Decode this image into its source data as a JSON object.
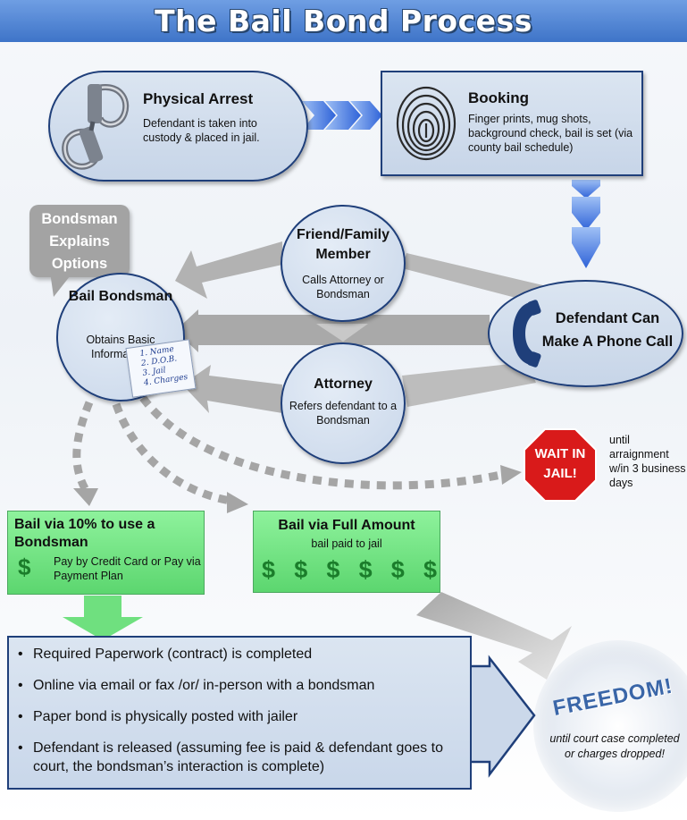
{
  "title": "The Bail Bond Process",
  "arrest": {
    "title": "Physical Arrest",
    "desc": "Defendant is taken into custody & placed in jail.",
    "icon": "handcuffs-icon"
  },
  "booking": {
    "title": "Booking",
    "desc": "Finger prints, mug shots, background check, bail is set (via county bail schedule)",
    "icon": "fingerprint-icon"
  },
  "callout": {
    "text": "Bondsman Explains Options"
  },
  "bondsman": {
    "title": "Bail Bondsman",
    "desc": "Obtains Basic Information:"
  },
  "info_note": {
    "items": [
      "1. Name",
      "2. D.O.B.",
      "3. Jail",
      "4. Charges"
    ]
  },
  "friend": {
    "title": "Friend/Family Member",
    "desc": "Calls Attorney or Bondsman"
  },
  "attorney": {
    "title": "Attorney",
    "desc": "Refers defendant to a Bondsman"
  },
  "phone": {
    "title": "Defendant Can Make A Phone Call",
    "icon": "phone-icon"
  },
  "wait": {
    "sign": "WAIT IN JAIL!",
    "until": "until arraignment w/in 3 business days"
  },
  "ten_percent": {
    "title": "Bail via 10% to use a Bondsman",
    "desc": "Pay by Credit Card or Pay via Payment Plan",
    "symbol": "$"
  },
  "full_amount": {
    "title": "Bail via Full Amount",
    "desc": "bail paid to jail",
    "symbols": [
      "$",
      "$",
      "$",
      "$",
      "$",
      "$"
    ]
  },
  "steps": [
    "Required Paperwork (contract) is completed",
    "Online via email or fax /or/ in-person with a bondsman",
    "Paper bond is physically posted with jailer",
    "Defendant is released (assuming fee is paid & defendant goes to court, the bondsman’s interaction is complete)"
  ],
  "freedom": {
    "title": "FREEDOM!",
    "desc": "until court case completed or charges dropped!"
  },
  "colors": {
    "banner": "#4a7fd0",
    "box_border": "#1f3f7a",
    "box_fill": "#cfdbeb",
    "green": "#6fe07f",
    "stop_red": "#d91a1a",
    "arrow_blue": "#3a6fe0",
    "arrow_gray": "#b5b5b5"
  }
}
